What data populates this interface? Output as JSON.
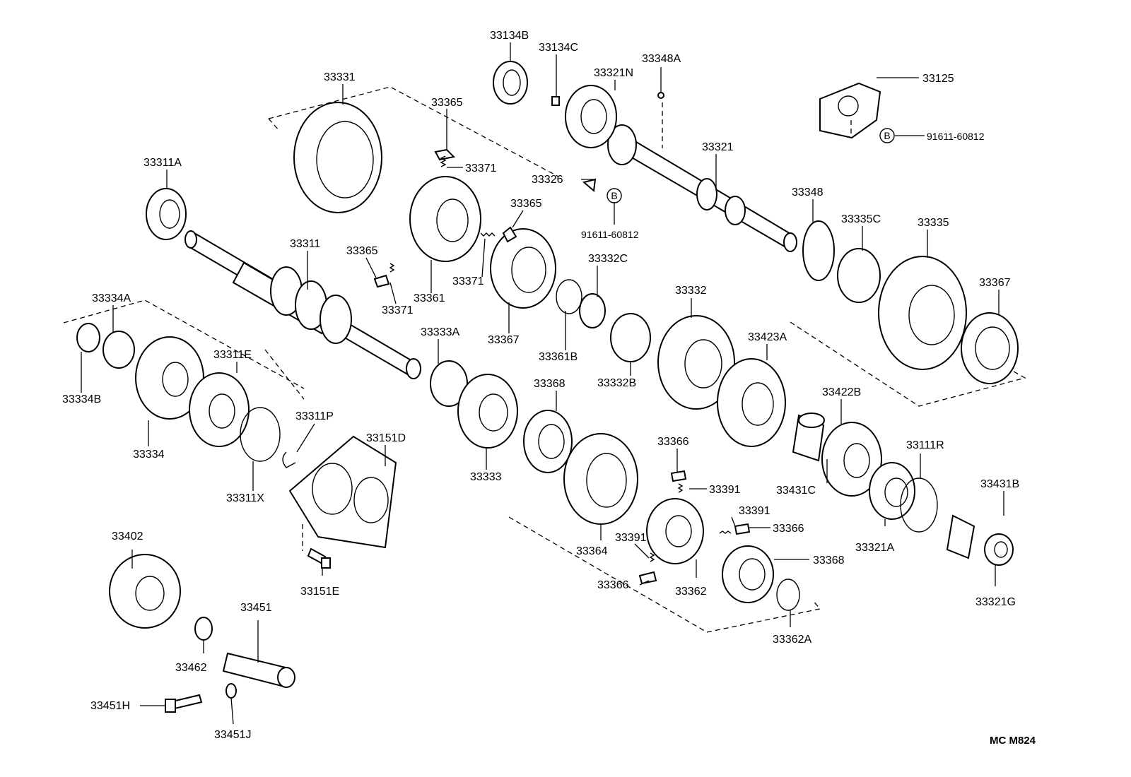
{
  "diagram_code": "MC M824",
  "bolt_marker": "B",
  "labels": {
    "p33134B": "33134B",
    "p33134C": "33134C",
    "p33348A": "33348A",
    "p33321N": "33321N",
    "p33125": "33125",
    "p91611_60812_top": "91611-60812",
    "p33331": "33331",
    "p33365_top": "33365",
    "p33371_top": "33371",
    "p33326": "33326",
    "p91611_60812_mid": "91611-60812",
    "p33321": "33321",
    "p33311A": "33311A",
    "p33365_mid": "33365",
    "p33311": "33311",
    "p33365_left": "33365",
    "p33371_mid": "33371",
    "p33371_left": "33371",
    "p33361": "33361",
    "p33332C": "33332C",
    "p33348": "33348",
    "p33335C": "33335C",
    "p33335": "33335",
    "p33367_right": "33367",
    "p33334A": "33334A",
    "p33333A": "33333A",
    "p33367_mid": "33367",
    "p33361B": "33361B",
    "p33332": "33332",
    "p33423A": "33423A",
    "p33311E": "33311E",
    "p33334B": "33334B",
    "p33368_top": "33368",
    "p33332B": "33332B",
    "p33422B": "33422B",
    "p33311P": "33311P",
    "p33151D": "33151D",
    "p33334": "33334",
    "p33366_top": "33366",
    "p33111R": "33111R",
    "p33333": "33333",
    "p33391_top": "33391",
    "p33431C": "33431C",
    "p33431B": "33431B",
    "p33311X": "33311X",
    "p33391_mid": "33391",
    "p33366_mid": "33366",
    "p33402": "33402",
    "p33391_left": "33391",
    "p33364": "33364",
    "p33321A": "33321A",
    "p33368_bottom": "33368",
    "p33366_left": "33366",
    "p33362": "33362",
    "p33151E": "33151E",
    "p33321G": "33321G",
    "p33451": "33451",
    "p33462": "33462",
    "p33362A": "33362A",
    "p33451H": "33451H",
    "p33451J": "33451J"
  }
}
